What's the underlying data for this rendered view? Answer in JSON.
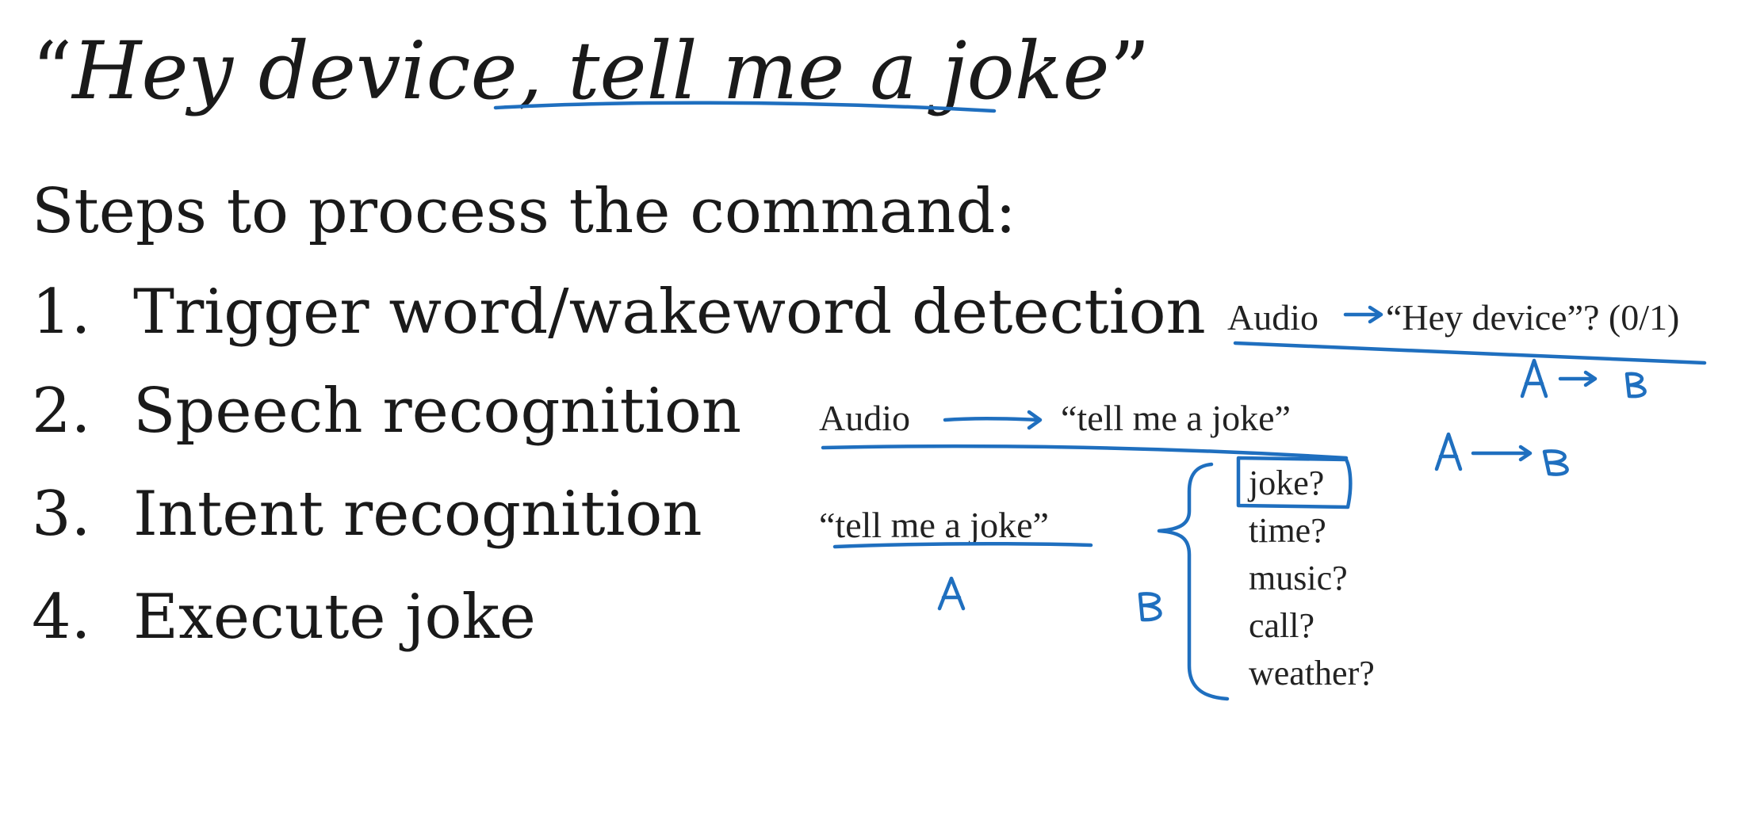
{
  "slide": {
    "title": {
      "open_quote": "“",
      "plain": "Hey device, ",
      "underlined": "tell me a joke",
      "close_quote": "”"
    },
    "subtitle": "Steps to process the command:",
    "steps": [
      {
        "num": "1.",
        "label": "Trigger word/wakeword detection"
      },
      {
        "num": "2.",
        "label": "Speech recognition"
      },
      {
        "num": "3.",
        "label": "Intent recognition"
      },
      {
        "num": "4.",
        "label": "Execute joke"
      }
    ]
  },
  "annotations": {
    "wakeword": {
      "input": "Audio",
      "output": "“Hey device”? (0/1)",
      "mapping": "A → B"
    },
    "speech": {
      "input": "Audio",
      "output": "“tell me a joke”",
      "mapping": "A → B"
    },
    "intent": {
      "input": "“tell me a joke”",
      "input_label": "A",
      "output_label": "B",
      "options": [
        "joke?",
        "time?",
        "music?",
        "call?",
        "weather?"
      ]
    }
  }
}
